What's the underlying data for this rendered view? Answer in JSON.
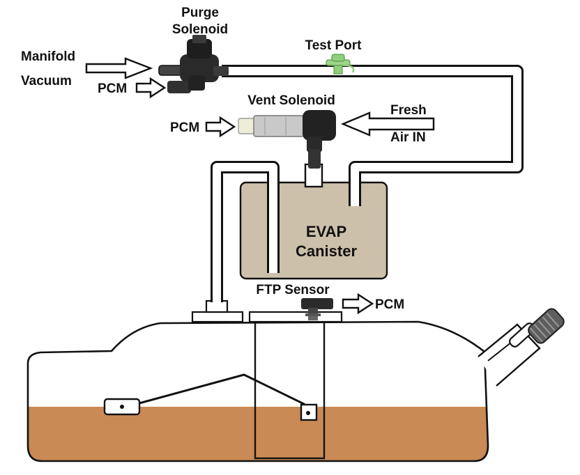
{
  "labels": {
    "purge_line1": "Purge",
    "purge_line2": "Solenoid",
    "manifold_line1": "Manifold",
    "manifold_line2": "Vacuum",
    "pcm_purge": "PCM",
    "test_port": "Test Port",
    "vent_solenoid": "Vent Solenoid",
    "pcm_vent": "PCM",
    "fresh_line1": "Fresh",
    "fresh_line2": "Air IN",
    "canister_line1": "EVAP",
    "canister_line2": "Canister",
    "ftp_sensor": "FTP Sensor",
    "pcm_ftp": "PCM"
  },
  "colors": {
    "canister_fill": "#cdc0ab",
    "fuel": "#c98a55",
    "line": "#111111",
    "test_port_green": "#8fce7a"
  },
  "icons": {
    "arrow": "hollow-right-arrow",
    "arrow_left": "hollow-left-arrow"
  }
}
